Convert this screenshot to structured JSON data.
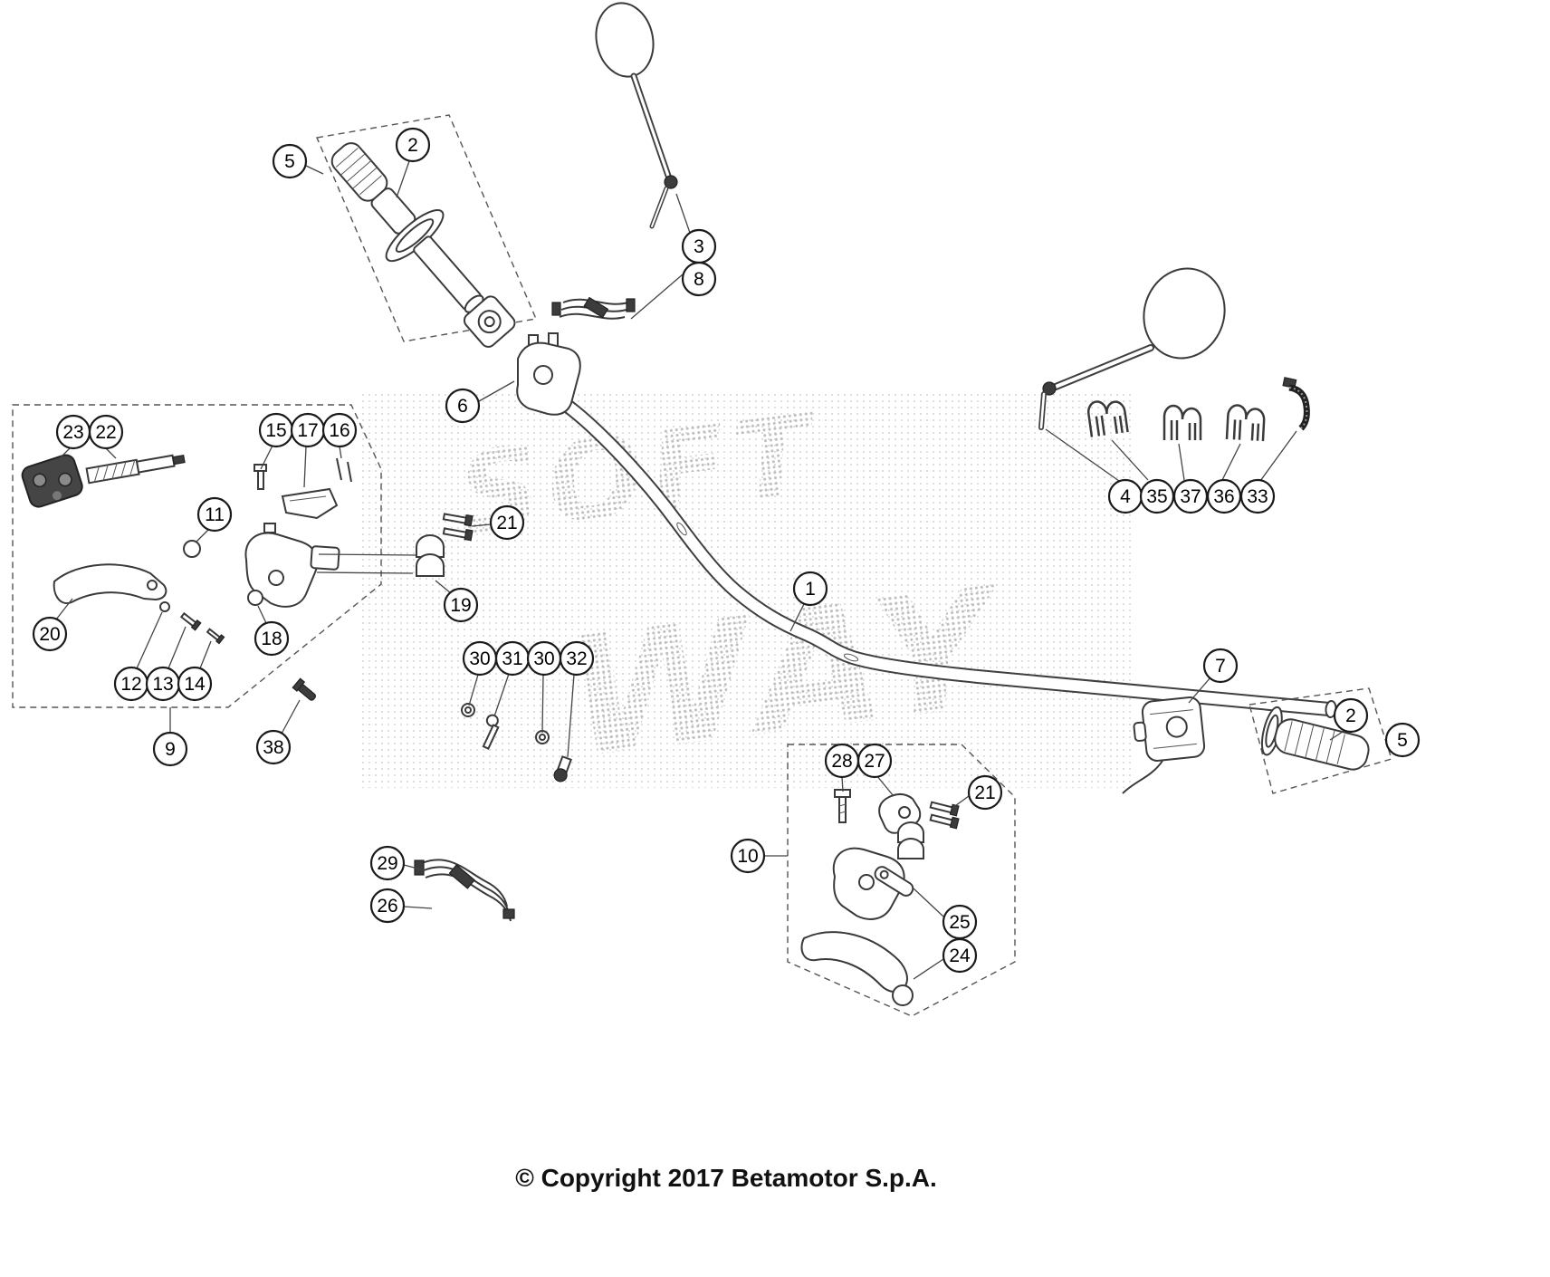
{
  "watermark": {
    "line1": "SOFT",
    "line2": "WAY"
  },
  "footer": {
    "copyright": "© Copyright 2017 Betamotor S.p.A."
  },
  "callouts": [
    {
      "label": "5"
    },
    {
      "label": "2"
    },
    {
      "label": "3"
    },
    {
      "label": "8"
    },
    {
      "label": "6"
    },
    {
      "label": "4"
    },
    {
      "label": "35"
    },
    {
      "label": "37"
    },
    {
      "label": "36"
    },
    {
      "label": "33"
    },
    {
      "label": "23"
    },
    {
      "label": "22"
    },
    {
      "label": "15"
    },
    {
      "label": "17"
    },
    {
      "label": "16"
    },
    {
      "label": "11"
    },
    {
      "label": "21"
    },
    {
      "label": "19"
    },
    {
      "label": "18"
    },
    {
      "label": "20"
    },
    {
      "label": "12"
    },
    {
      "label": "13"
    },
    {
      "label": "14"
    },
    {
      "label": "9"
    },
    {
      "label": "38"
    },
    {
      "label": "1"
    },
    {
      "label": "30"
    },
    {
      "label": "31"
    },
    {
      "label": "30"
    },
    {
      "label": "32"
    },
    {
      "label": "29"
    },
    {
      "label": "26"
    },
    {
      "label": "7"
    },
    {
      "label": "2"
    },
    {
      "label": "5"
    },
    {
      "label": "28"
    },
    {
      "label": "27"
    },
    {
      "label": "21"
    },
    {
      "label": "10"
    },
    {
      "label": "25"
    },
    {
      "label": "24"
    }
  ]
}
